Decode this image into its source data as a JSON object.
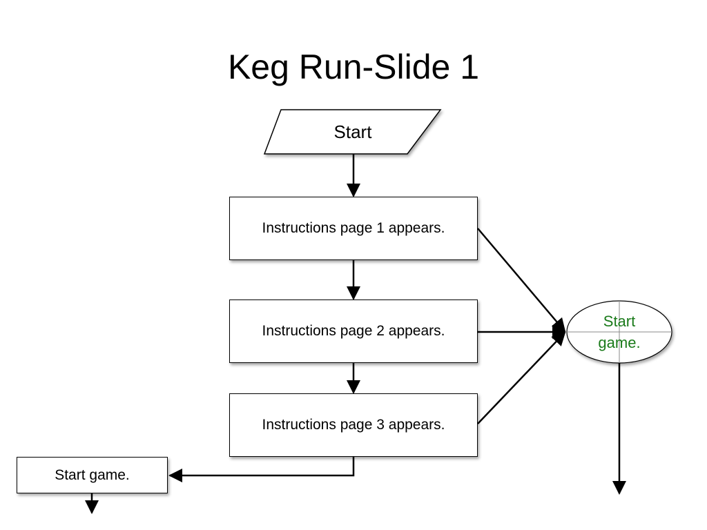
{
  "title": "Keg Run-Slide 1",
  "nodes": {
    "start": "Start",
    "instructions_1": "Instructions page 1 appears.",
    "instructions_2": "Instructions page 2 appears.",
    "instructions_3": "Instructions page 3 appears.",
    "start_game_box": "Start game.",
    "start_game_oval_line1": "Start",
    "start_game_oval_line2": "game."
  },
  "colors": {
    "oval_text": "#1a7a1a",
    "line": "#000000"
  }
}
